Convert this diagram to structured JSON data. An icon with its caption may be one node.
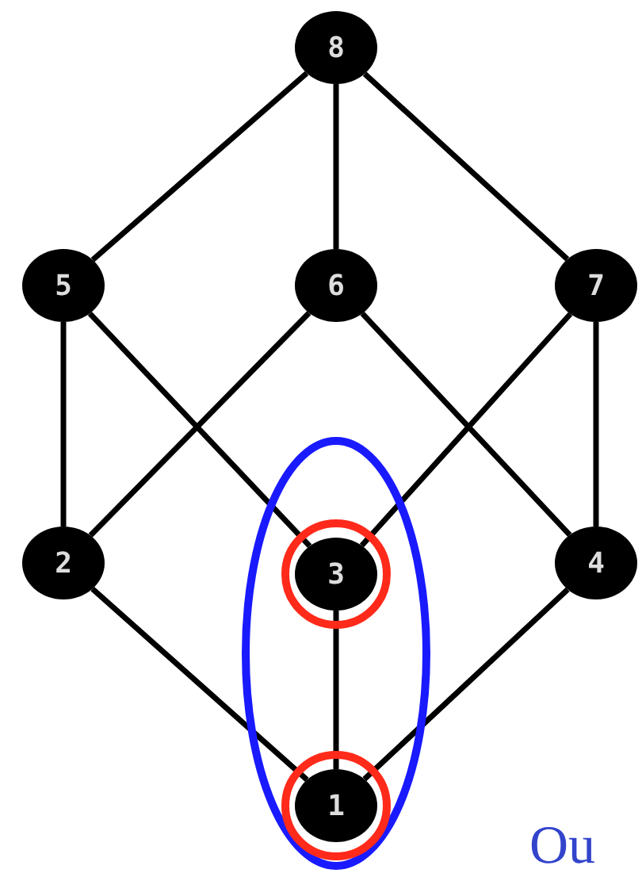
{
  "diagram": {
    "nodes": [
      {
        "text": [
          "8"
        ]
      },
      {
        "text": [
          "5"
        ]
      },
      {
        "text": [
          "6"
        ]
      },
      {
        "text": [
          "7"
        ]
      },
      {
        "text": [
          "2"
        ]
      },
      {
        "text": [
          "3"
        ]
      },
      {
        "text": [
          "4"
        ]
      },
      {
        "text": [
          "1"
        ]
      }
    ],
    "edges": [
      {
        "from": 0,
        "to": 1,
        "arrow": "none"
      },
      {
        "from": 0,
        "to": 2,
        "arrow": "none"
      },
      {
        "from": 0,
        "to": 3,
        "arrow": "none"
      },
      {
        "from": 1,
        "to": 4,
        "arrow": "none"
      },
      {
        "from": 1,
        "to": 5,
        "arrow": "none"
      },
      {
        "from": 2,
        "to": 4,
        "arrow": "none"
      },
      {
        "from": 2,
        "to": 6,
        "arrow": "none"
      },
      {
        "from": 3,
        "to": 5,
        "arrow": "none"
      },
      {
        "from": 3,
        "to": 6,
        "arrow": "none"
      },
      {
        "from": 4,
        "to": 7,
        "arrow": "none"
      },
      {
        "from": 5,
        "to": 7,
        "arrow": "none"
      },
      {
        "from": 6,
        "to": 7,
        "arrow": "none"
      }
    ],
    "labels": [
      "Ou"
    ]
  }
}
